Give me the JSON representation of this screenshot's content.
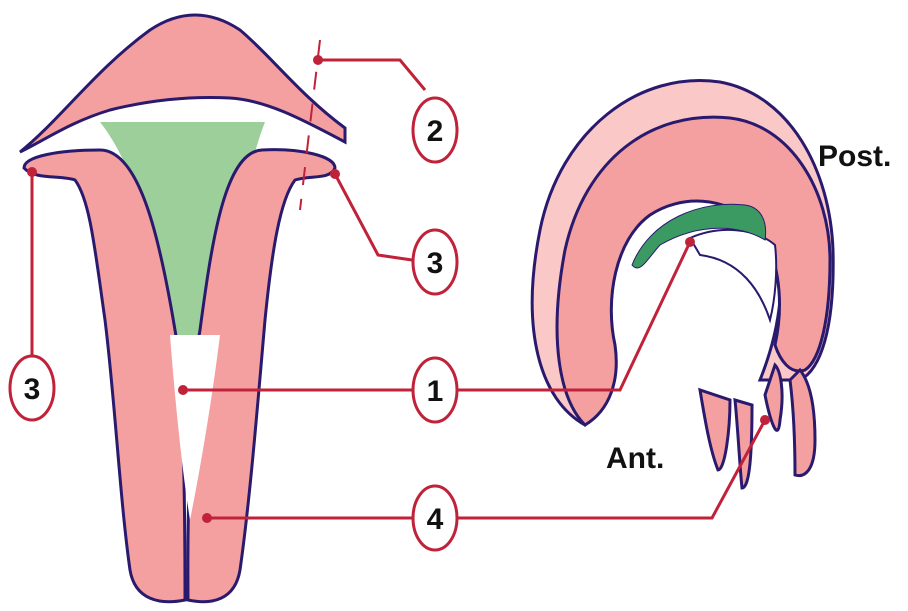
{
  "labels": {
    "posterior": "Post.",
    "anterior": "Ant."
  },
  "callouts": {
    "c1": "1",
    "c2": "2",
    "c3_right": "3",
    "c3_left": "3",
    "c4": "4"
  },
  "colors": {
    "tissue_pink": "#f4a0a0",
    "tissue_light": "#fbc8c8",
    "outline": "#2a1a6e",
    "green": "#3a9a62",
    "green_light": "#9ccf9a",
    "leader": "#c0223a"
  }
}
